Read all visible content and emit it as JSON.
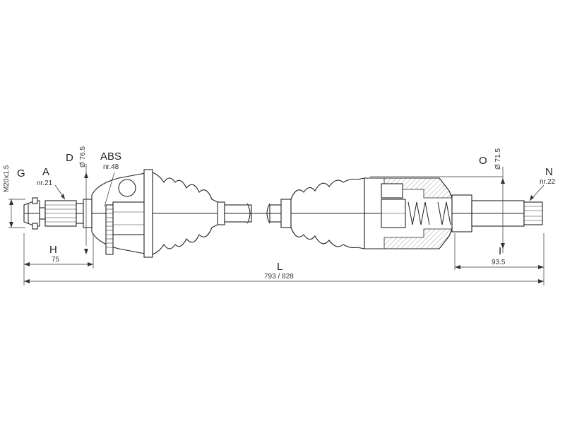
{
  "labels": {
    "G": "G",
    "A": "A",
    "A_nr": "nr.21",
    "D": "D",
    "D_dia": "Ø 76.5",
    "ABS": "ABS",
    "ABS_nr": "nr.48",
    "O": "O",
    "O_dia": "Ø 71.5",
    "N": "N",
    "N_nr": "nr.22",
    "M": "M20x1.5",
    "H": "H",
    "H_val": "75",
    "L": "L",
    "L_val": "793 / 828",
    "I": "I",
    "I_val": "93.5"
  },
  "colors": {
    "line": "#222222",
    "background": "#ffffff"
  }
}
